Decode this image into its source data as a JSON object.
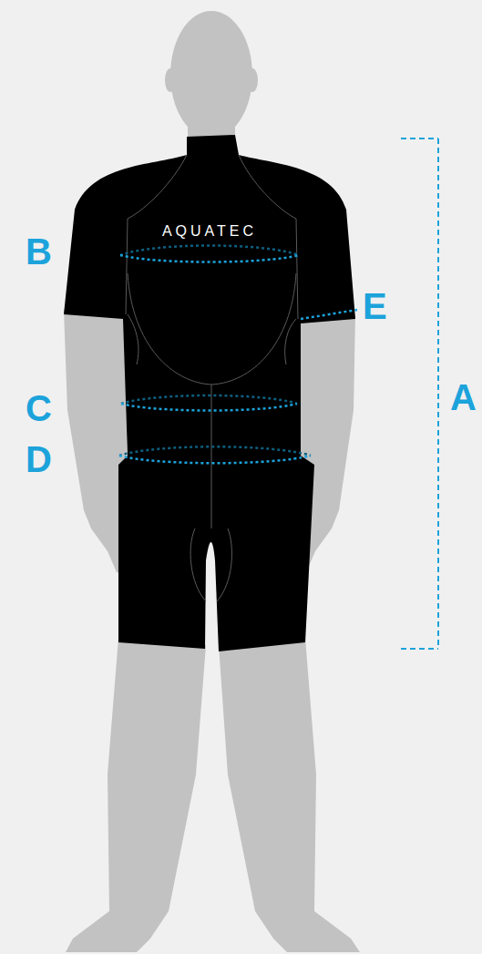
{
  "diagram": {
    "labels": [
      "AQUATEC",
      "B",
      "E",
      "C",
      "D",
      "A"
    ]
  }
}
